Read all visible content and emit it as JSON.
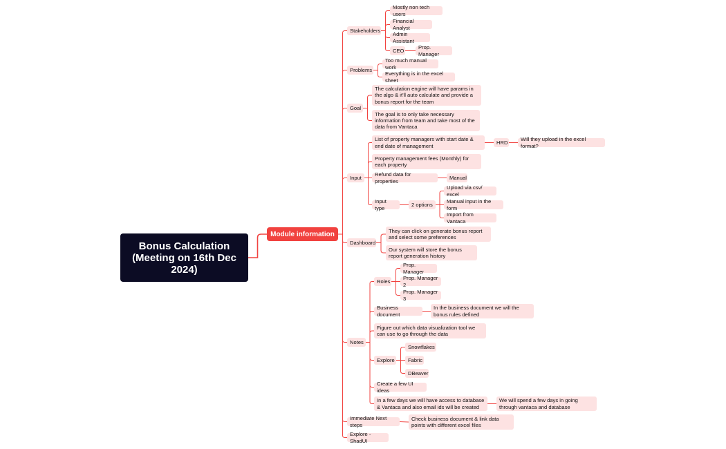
{
  "root": {
    "label": "Bonus Calculation (Meeting on 16th Dec 2024)"
  },
  "main": {
    "label": "Module information"
  },
  "colors": {
    "line": "#f1423f",
    "node_fill": "#fde2e2",
    "root_fill": "#0c0c24",
    "main_fill": "#f1423f"
  },
  "topics": {
    "stakeholders": "Stakeholders",
    "problems": "Problems",
    "goal": "Goal",
    "input": "Input",
    "dashboard": "Dashboard",
    "notes": "Notes",
    "next_steps": "Immediate Next steps",
    "explore_shadui": "Explore - ShadUI"
  },
  "stakeholders": {
    "non_tech": "Mostly non tech users",
    "analyst": "Financial Analyst",
    "admin": "Admin Assistant",
    "ceo": "CEO",
    "prop_manager": "Prop. Manager"
  },
  "problems": {
    "manual": "Too much manual work",
    "excel": "Everything is in the excel sheet"
  },
  "goal": {
    "engine": "The calculation engine will have params in the algo & it'll auto calculate and provide a bonus report for the team",
    "data": "The goal is to only take necessary information from team and take most of the data from Vantaca"
  },
  "input": {
    "list": "List of property managers with start date & end date of management",
    "hrd": "HRD",
    "excel_question": "Will they upload in the excel format?",
    "fees": "Property management fees (Monthly) for each property",
    "refund": "Refund data for properties",
    "manual": "Manual",
    "input_type": "Input type",
    "options": "2 options",
    "upload": "Upload via csv/ excel",
    "manual_form": "Manual input in the form",
    "import": "Import from Vantaca"
  },
  "dashboard": {
    "generate": "They can click on generate bonus report and select some preferences",
    "history": "Our system will store the bonus report generation history"
  },
  "notes": {
    "roles": "Roles",
    "pm1": "Prop. Manager",
    "pm2": "Prop. Manager 2",
    "pm3": "Prop. Manager 3",
    "business_doc": "Business document",
    "business_doc_detail": "In the business document we will the bonus rules defined",
    "data_viz": "Figure out which data visualization tool we can use to go through the data",
    "explore": "Explore",
    "snowflakes": "Snowflakes",
    "fabric": "Fabric",
    "dbeaver": "DBeaver",
    "ui_ideas": "Create a few UI ideas",
    "access": "In a few days we will have access to database & Vantaca and also email ids will be created",
    "access_detail": "We will spend a few days in going through vantaca and database"
  },
  "next_steps": {
    "check": "Check business document & link data points with different excel files"
  }
}
